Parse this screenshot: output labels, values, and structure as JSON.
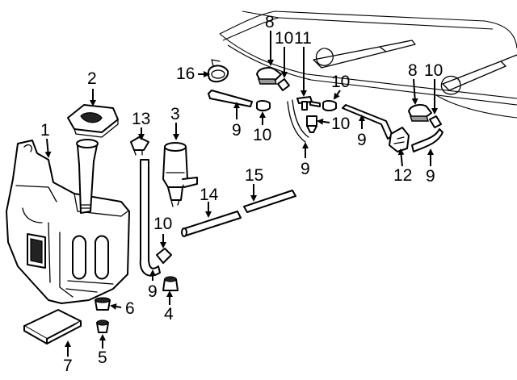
{
  "callouts": {
    "c1": "1",
    "c2": "2",
    "c3": "3",
    "c4": "4",
    "c5": "5",
    "c6": "6",
    "c7": "7",
    "c8a": "8",
    "c8b": "8",
    "c9a": "9",
    "c9b": "9",
    "c9c": "9",
    "c9d": "9",
    "c9e": "9",
    "c10a": "10",
    "c10b": "10",
    "c10c": "10",
    "c10d": "10",
    "c10e": "10",
    "c10f": "10",
    "c11": "11",
    "c12": "12",
    "c13": "13",
    "c14": "14",
    "c15": "15",
    "c16": "16"
  },
  "colors": {
    "line": "#000000",
    "background": "#ffffff"
  }
}
